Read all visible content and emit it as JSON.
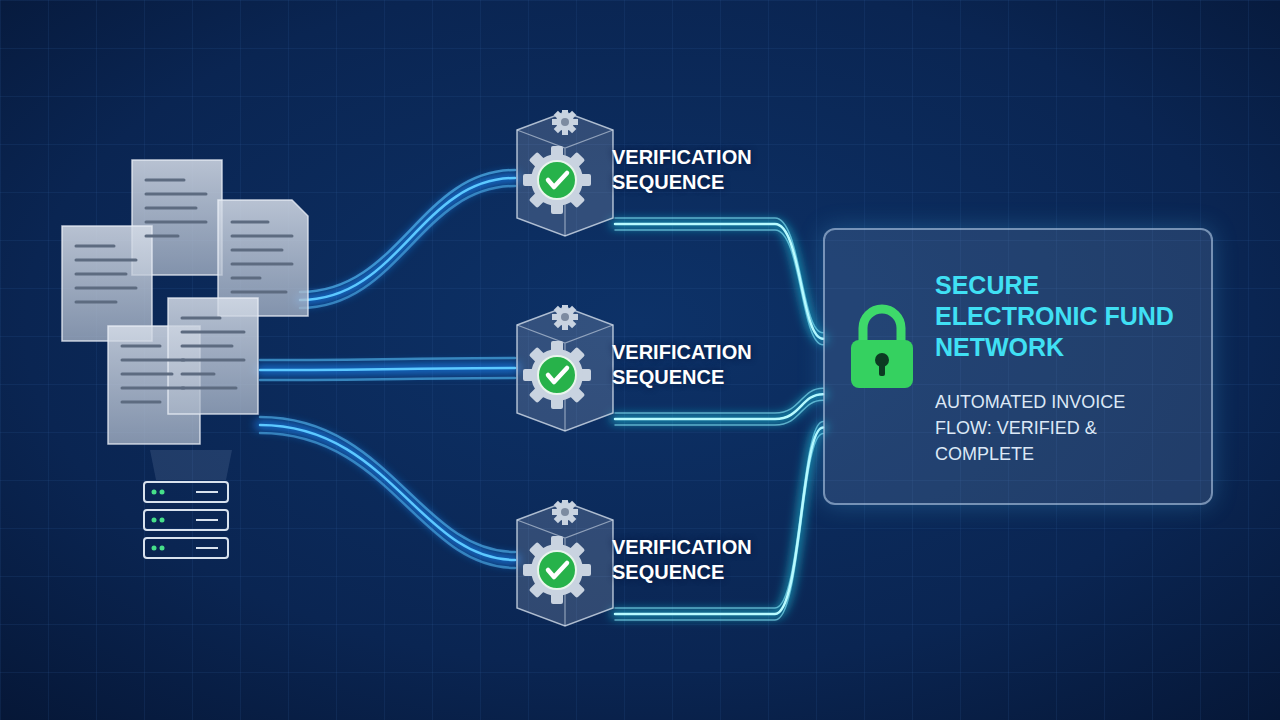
{
  "diagram": {
    "nodes": [
      {
        "text": [
          "VERIFICATION SEQUENCE"
        ]
      },
      {
        "text": [
          "VERIFICATION SEQUENCE"
        ]
      },
      {
        "text": [
          "VERIFICATION SEQUENCE"
        ]
      },
      {
        "text": [
          "SECURE ELECTRONIC FUND NETWORK",
          "AUTOMATED INVOICE FLOW: VERIFIED & COMPLETE"
        ]
      }
    ],
    "edges": [
      {
        "from": 0,
        "to": 3,
        "arrow": "none"
      },
      {
        "from": 1,
        "to": 3,
        "arrow": "none"
      },
      {
        "from": 2,
        "to": 3,
        "arrow": "none"
      }
    ]
  }
}
